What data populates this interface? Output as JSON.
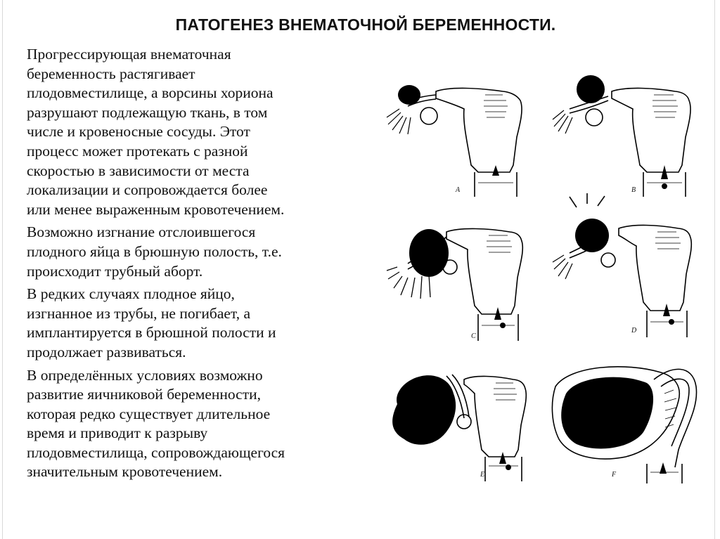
{
  "slide": {
    "title": "ПАТОГЕНЕЗ ВНЕМАТОЧНОЙ БЕРЕМЕННОСТИ.",
    "paragraphs": [
      {
        "lines": [
          "Прогрессирующая внематочная",
          "беременность растягивает",
          "плодовместилище, а ворсины хориона",
          "разрушают подлежащую ткань, в том",
          "числе и кровеносные сосуды. Этот",
          "процесс может протекать с разной",
          "скоростью в зависимости от места",
          "локализации и сопровождается более",
          "или менее выраженным кровотечением."
        ]
      },
      {
        "lines": [
          "Возможно изгнание отслоившегося",
          "плодного яйца в брюшную полость, т.е.",
          "происходит трубный аборт."
        ]
      },
      {
        "lines": [
          "В редких случаях плодное яйцо,",
          "изгнанное из трубы, не погибает, а",
          "имплантируется в брюшной полости и",
          "продолжает развиваться."
        ]
      },
      {
        "lines": [
          "В определённых условиях возможно",
          "развитие яичниковой беременности,",
          "которая редко существует длительное",
          "время и приводит к разрыву",
          "плодовместилища, сопровождающегося",
          "значительным кровотечением."
        ]
      }
    ]
  },
  "figures": [
    {
      "letter": "A",
      "stage": "tubal"
    },
    {
      "letter": "B",
      "stage": "tubal-growing"
    },
    {
      "letter": "C",
      "stage": "tubal-abortion"
    },
    {
      "letter": "D",
      "stage": "rupture"
    },
    {
      "letter": "E",
      "stage": "ovarian"
    },
    {
      "letter": "F",
      "stage": "abdominal"
    }
  ],
  "colors": {
    "text": "#111111",
    "ink": "#000000",
    "paper": "#ffffff"
  }
}
